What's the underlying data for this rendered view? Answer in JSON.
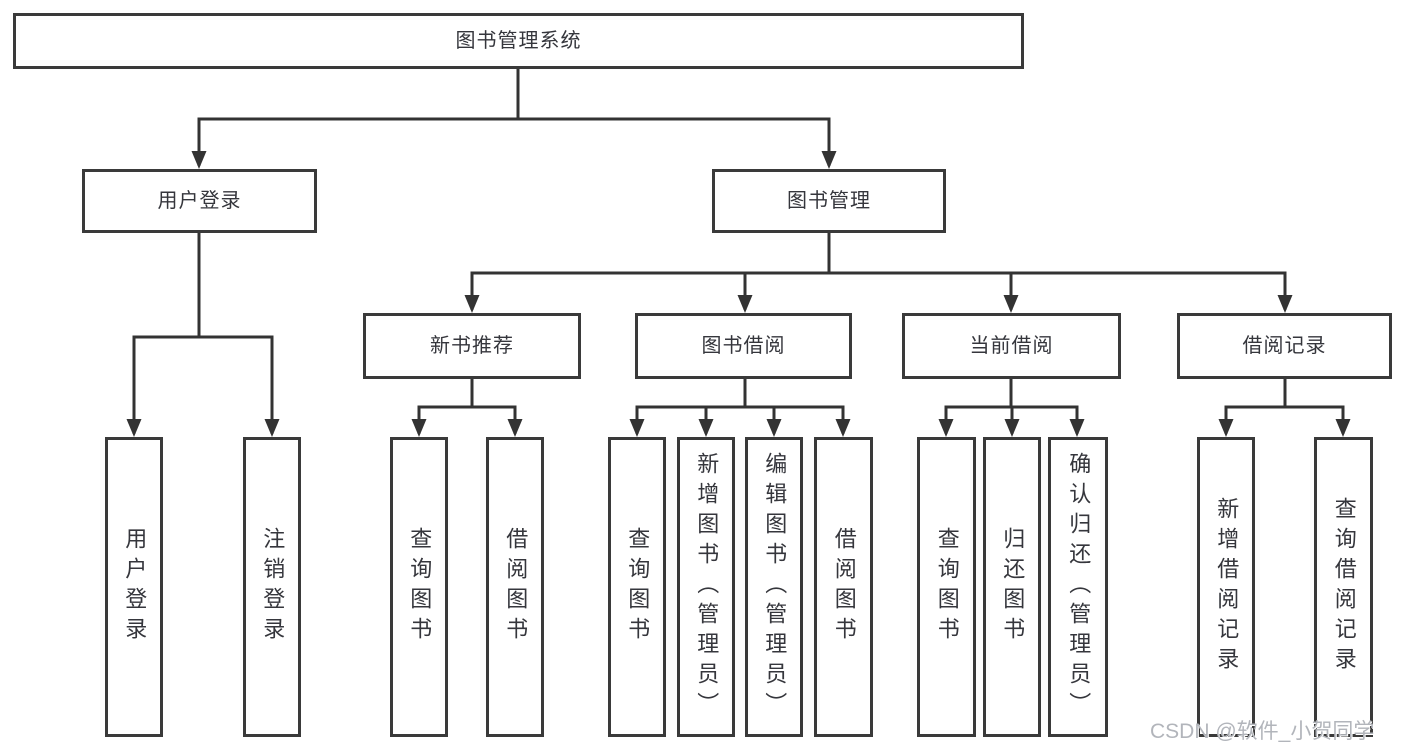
{
  "tree": {
    "label": "图书管理系统",
    "children": [
      {
        "label": "用户登录",
        "children": [
          {
            "label": "用户登录"
          },
          {
            "label": "注销登录"
          }
        ]
      },
      {
        "label": "图书管理",
        "children": [
          {
            "label": "新书推荐",
            "children": [
              {
                "label": "查询图书"
              },
              {
                "label": "借阅图书"
              }
            ]
          },
          {
            "label": "图书借阅",
            "children": [
              {
                "label": "查询图书"
              },
              {
                "label": "新增图书（管理员）"
              },
              {
                "label": "编辑图书（管理员）"
              },
              {
                "label": "借阅图书"
              }
            ]
          },
          {
            "label": "当前借阅",
            "children": [
              {
                "label": "查询图书"
              },
              {
                "label": "归还图书"
              },
              {
                "label": "确认归还（管理员）"
              }
            ]
          },
          {
            "label": "借阅记录",
            "children": [
              {
                "label": "新增借阅记录"
              },
              {
                "label": "查询借阅记录"
              }
            ]
          }
        ]
      }
    ]
  },
  "watermark": {
    "text": "CSDN @软件_小贺同学"
  },
  "colors": {
    "line": "#333333",
    "box_border": "#3a3a3a",
    "text": "#35363c",
    "watermark": "#b2b5bb",
    "background": "#ffffff"
  }
}
